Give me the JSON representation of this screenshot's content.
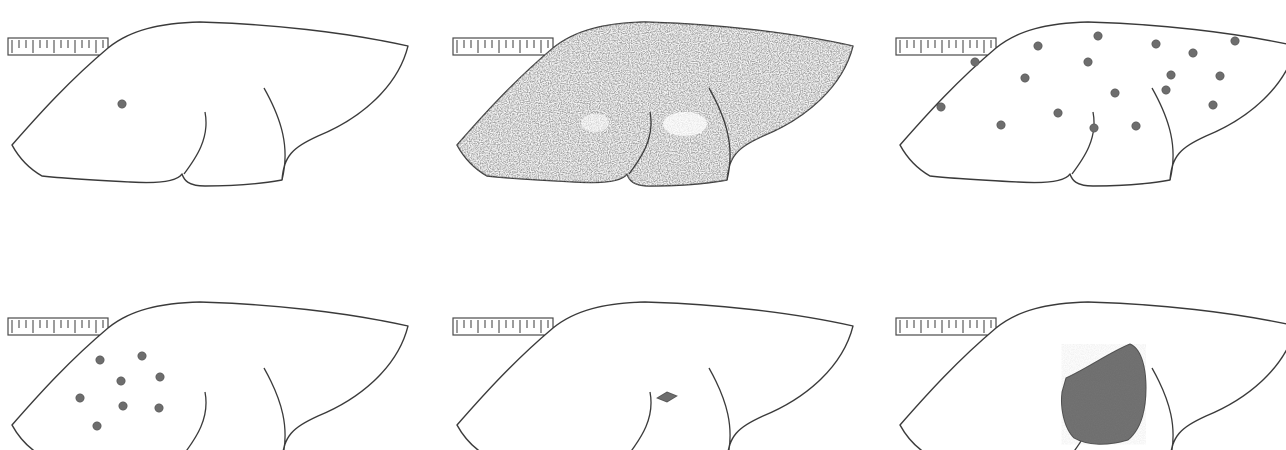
{
  "figure": {
    "panel_count": 6,
    "layout": {
      "rows": 2,
      "cols": 3
    },
    "colors": {
      "background": "#ffffff",
      "outline": "#3a3a3a",
      "spot": "#6d6d6d",
      "stipple": "#5a5a5a",
      "dense_mass": "#6e6e6e",
      "ruler": "#4a4a4a"
    },
    "panels": [
      {
        "id": "panel-1",
        "pattern": "single-small-nodule",
        "spot_count": 1
      },
      {
        "id": "panel-2",
        "pattern": "diffuse-infiltration",
        "spot_count": 0
      },
      {
        "id": "panel-3",
        "pattern": "multiple-scattered-nodules",
        "spot_count": 18
      },
      {
        "id": "panel-4",
        "pattern": "clustered-nodules",
        "spot_count": 8
      },
      {
        "id": "panel-5",
        "pattern": "single-small-lesion",
        "spot_count": 1
      },
      {
        "id": "panel-6",
        "pattern": "large-solitary-mass",
        "spot_count": 1
      }
    ]
  }
}
